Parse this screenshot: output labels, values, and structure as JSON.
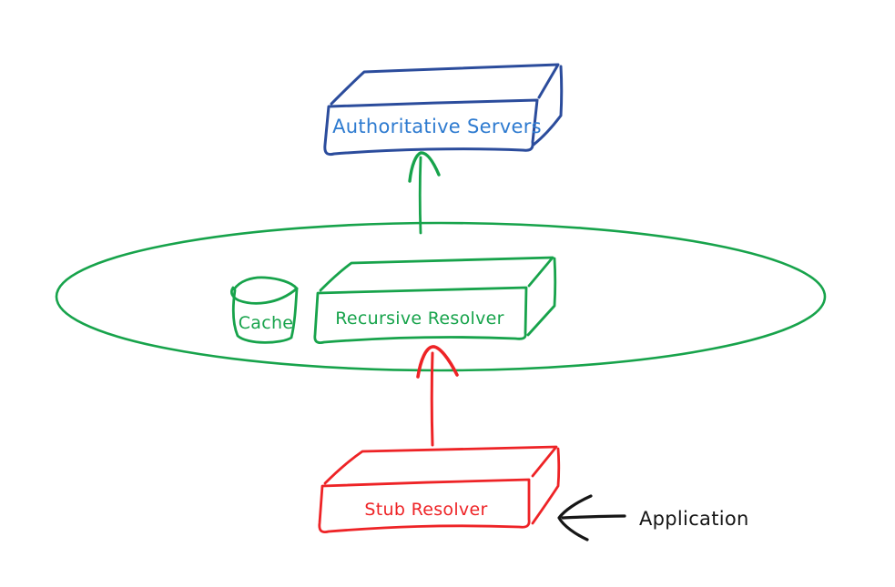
{
  "diagram": {
    "description": "Hand-drawn DNS resolution architecture sketch",
    "nodes": {
      "authoritative_servers": {
        "label": "Authoritative Servers",
        "shape": "3d-server-box"
      },
      "resolver_zone": {
        "label": "",
        "shape": "ellipse"
      },
      "cache": {
        "label": "Cache",
        "shape": "cylinder"
      },
      "recursive_resolver": {
        "label": "Recursive Resolver",
        "shape": "3d-server-box"
      },
      "stub_resolver": {
        "label": "Stub Resolver",
        "shape": "3d-server-box"
      },
      "application": {
        "label": "Application",
        "shape": "text-annotation"
      }
    },
    "edges": [
      {
        "from": "recursive_resolver",
        "to": "authoritative_servers",
        "style": "arrow-up",
        "color": "#17a34b"
      },
      {
        "from": "stub_resolver",
        "to": "recursive_resolver",
        "style": "arrow-up",
        "color": "#ee2326"
      },
      {
        "from": "application",
        "to": "stub_resolver",
        "style": "arrow-left",
        "color": "#161616"
      }
    ],
    "colors": {
      "blue_outline": "#2b4c9c",
      "blue_text": "#2e7bd0",
      "green": "#17a34b",
      "red": "#ee2326",
      "black": "#161616",
      "background": "#ffffff"
    }
  }
}
